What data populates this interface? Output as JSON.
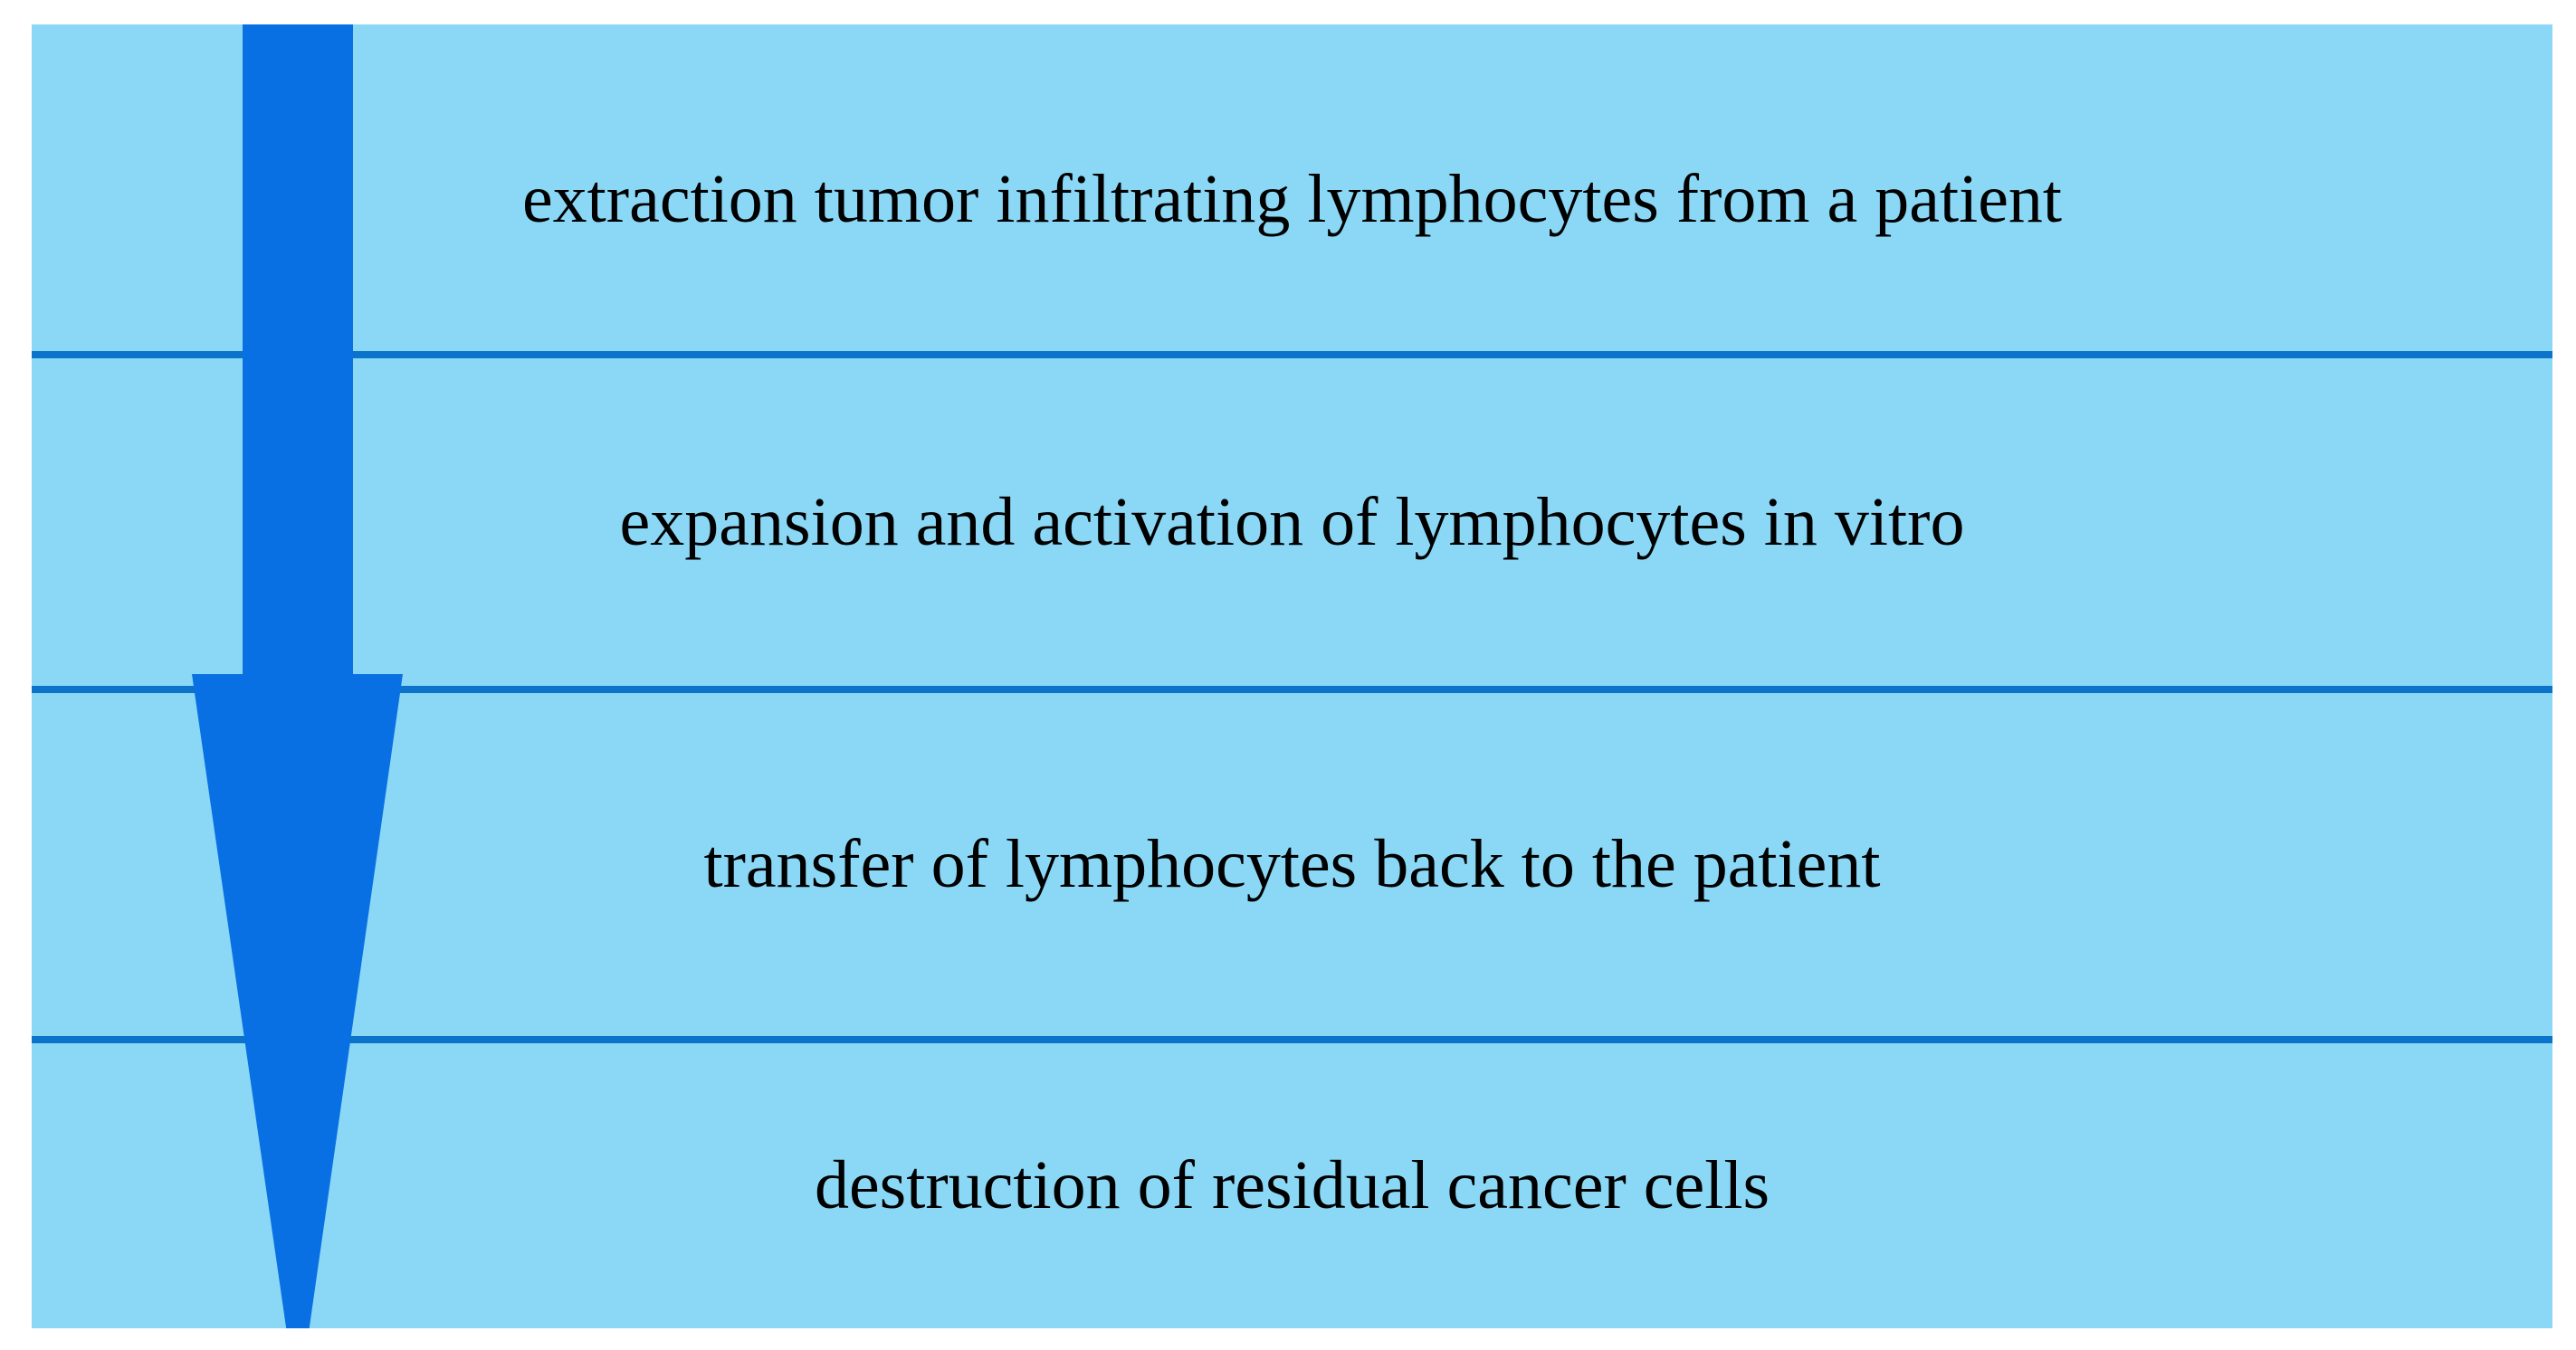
{
  "figure": {
    "type": "flow-diagram",
    "direction": "top-to-bottom",
    "steps": [
      {
        "label": "extraction tumor infiltrating lymphocytes from a patient"
      },
      {
        "label": "expansion and activation of lymphocytes in vitro"
      },
      {
        "label": "transfer of lymphocytes back to the patient"
      },
      {
        "label": "destruction of residual cancer cells"
      }
    ],
    "icons": [
      {
        "name": "down-arrow-icon",
        "meaning": "sequence flows downward through all steps"
      }
    ],
    "colors": {
      "background": "#ffffff",
      "panel": "#8bd8f6",
      "divider": "#0b73c9",
      "arrow": "#0970e4",
      "text": "#000000"
    }
  }
}
